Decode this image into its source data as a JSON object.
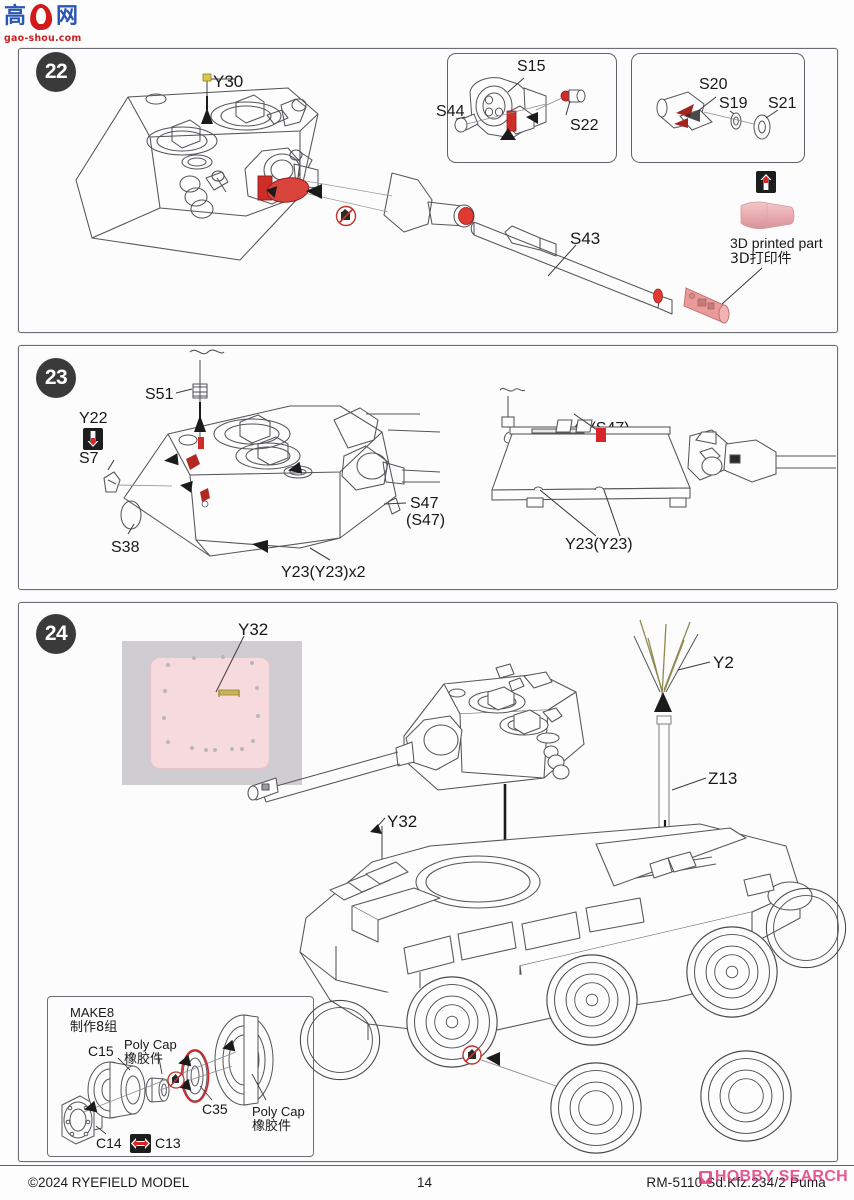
{
  "document": {
    "type": "model-kit-instruction-sheet",
    "manufacturer": "RYEFIELD MODEL",
    "page_number": "14",
    "copyright": "©2024 RYEFIELD MODEL",
    "kit_code": "RM-5110 Sd.Kfz.234/2 Puma"
  },
  "watermarks": {
    "top_left": {
      "chars": [
        "高",
        "网"
      ],
      "url": "gao-shou.com"
    },
    "bottom_right": {
      "text": "HOBBY SEARCH"
    }
  },
  "steps": [
    {
      "number": "22",
      "labels": [
        {
          "id": "y30",
          "text": "Y30"
        },
        {
          "id": "s43",
          "text": "S43"
        },
        {
          "id": "s15",
          "text": "S15"
        },
        {
          "id": "s44",
          "text": "S44"
        },
        {
          "id": "s22",
          "text": "S22"
        },
        {
          "id": "s20",
          "text": "S20"
        },
        {
          "id": "s19",
          "text": "S19"
        },
        {
          "id": "s21",
          "text": "S21"
        }
      ],
      "notes": {
        "printed_part_en": "3D printed part",
        "printed_part_zh": "3D打印件"
      },
      "icons": [
        "up-arrow-icon",
        "no-glue-icon"
      ]
    },
    {
      "number": "23",
      "labels": [
        {
          "id": "s51",
          "text": "S51"
        },
        {
          "id": "y22",
          "text": "Y22"
        },
        {
          "id": "s7",
          "text": "S7"
        },
        {
          "id": "s38",
          "text": "S38"
        },
        {
          "id": "s47a",
          "text": "S47"
        },
        {
          "id": "s47b",
          "text": "(S47)"
        },
        {
          "id": "y23x2",
          "text": "Y23(Y23)x2"
        },
        {
          "id": "s47pair",
          "text": "S47(S47)"
        },
        {
          "id": "y23pair",
          "text": "Y23(Y23)"
        }
      ],
      "icons": [
        "down-arrow-icon"
      ]
    },
    {
      "number": "24",
      "labels": [
        {
          "id": "y32_photo",
          "text": "Y32"
        },
        {
          "id": "y32_hull",
          "text": "Y32"
        },
        {
          "id": "y2",
          "text": "Y2"
        },
        {
          "id": "z13",
          "text": "Z13"
        }
      ],
      "wheel_inset": {
        "make_en": "MAKE8",
        "make_zh": "制作8组",
        "labels": [
          {
            "id": "c15",
            "text": "C15"
          },
          {
            "id": "c35",
            "text": "C35"
          },
          {
            "id": "c14",
            "text": "C14"
          },
          {
            "id": "c13",
            "text": "C13"
          }
        ],
        "polycap_en_left": "Poly Cap",
        "polycap_zh_left": "橡胶件",
        "polycap_en_right": "Poly Cap",
        "polycap_zh_right": "橡胶件",
        "icons": [
          "no-glue-icon",
          "left-right-arrow-icon"
        ]
      }
    }
  ],
  "colors": {
    "panel_border": "#6b6e75",
    "badge_bg": "#3a3a3a",
    "highlight_red": "#d8252a",
    "print_part_pink": "#edb3b5",
    "photo_gray": "#cfcdd2",
    "photo_pink": "#f6d7da",
    "brass_yellow": "#cbbb59",
    "watermark_blue": "#2a56b5",
    "watermark_red": "#cf2222",
    "watermark_pink": "#e2357a"
  }
}
